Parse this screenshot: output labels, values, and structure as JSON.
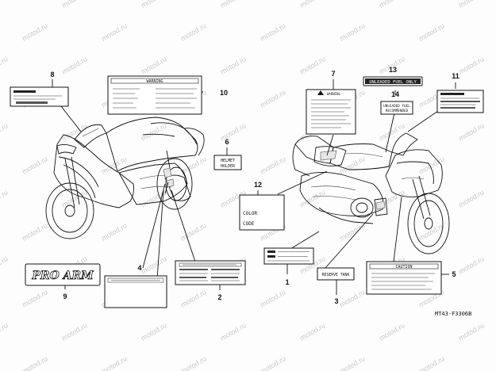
{
  "diagram": {
    "watermark": "motod.ru",
    "code": "MT43-F3306B",
    "callouts": [
      "1",
      "2",
      "3",
      "4",
      "5",
      "6",
      "7",
      "8",
      "9",
      "10",
      "11",
      "12",
      "13",
      "14"
    ],
    "labels": {
      "warning": "WARNING",
      "helmet_line1": "HELMET",
      "helmet_line2": "HOLDER",
      "color": "COLOR",
      "code": "CODE",
      "unleaded": "UNLEADED FUEL ONLY",
      "unleaded_rec_line1": "UNLEADED FUEL",
      "unleaded_rec_line2": "RECOMMENDED",
      "reserve_tank": "RESERVE TANK",
      "caution": "CAUTION",
      "pro_arm": "PRO ARM"
    },
    "colors": {
      "ink": "#111111",
      "watermark": "#c9c9c9",
      "background": "#fdfdfd"
    }
  }
}
